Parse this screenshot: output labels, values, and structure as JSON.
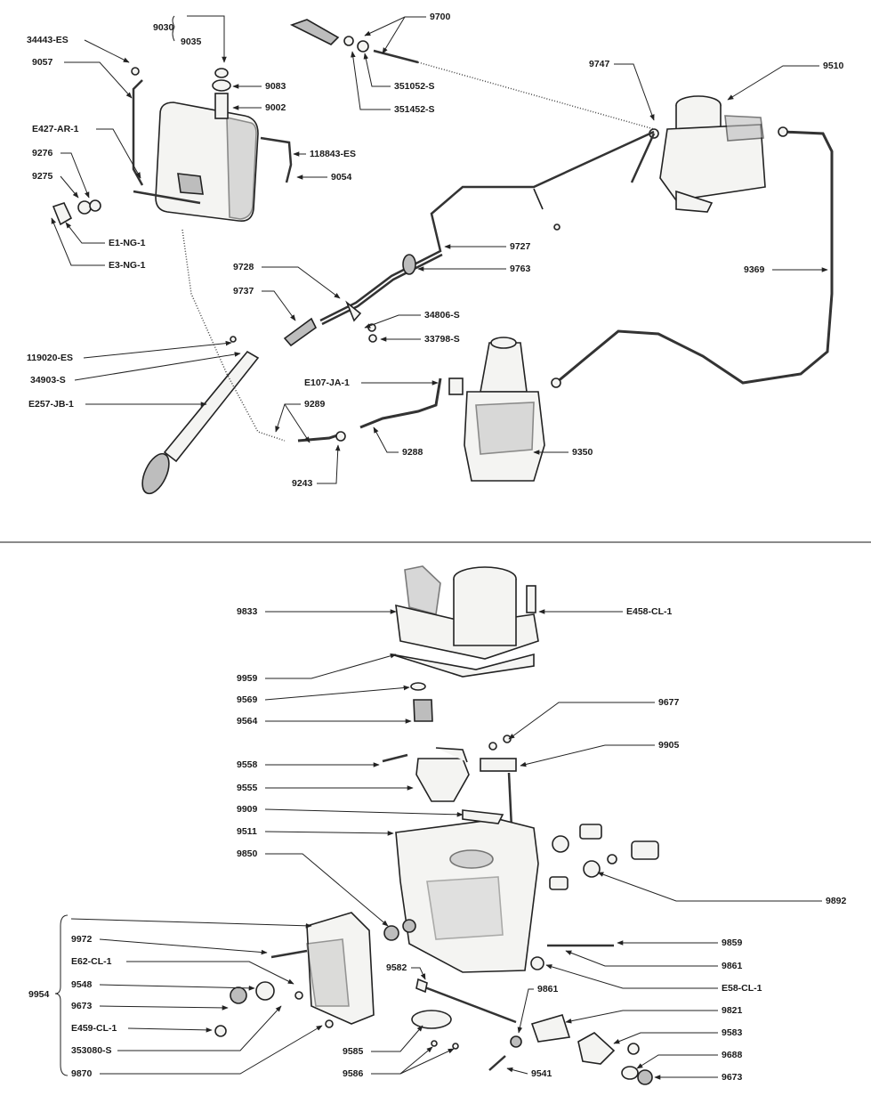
{
  "upper_labels": {
    "p34443": "34443-ES",
    "p9057": "9057",
    "p9030": "9030",
    "p9035": "9035",
    "p9083": "9083",
    "p9002": "9002",
    "pE427": "E427-AR-1",
    "p118843": "118843-ES",
    "p9276": "9276",
    "p9275": "9275",
    "p9054": "9054",
    "pE1NG": "E1-NG-1",
    "pE3NG": "E3-NG-1",
    "p9700": "9700",
    "p351052": "351052-S",
    "p351452": "351452-S",
    "p9747": "9747",
    "p9510": "9510",
    "p9727": "9727",
    "p9763": "9763",
    "p9728": "9728",
    "p9737": "9737",
    "p34806": "34806-S",
    "p33798": "33798-S",
    "p9369": "9369",
    "p119020": "119020-ES",
    "p34903": "34903-S",
    "pE257": "E257-JB-1",
    "pE107": "E107-JA-1",
    "p9289": "9289",
    "p9288": "9288",
    "p9350": "9350",
    "p9243": "9243"
  },
  "lower_labels": {
    "p9833": "9833",
    "pE458": "E458-CL-1",
    "p9959": "9959",
    "p9569": "9569",
    "p9564": "9564",
    "p9677": "9677",
    "p9905": "9905",
    "p9558": "9558",
    "p9555": "9555",
    "p9909": "9909",
    "p9511": "9511",
    "p9850": "9850",
    "p9892": "9892",
    "p9972": "9972",
    "pE62": "E62-CL-1",
    "p9548": "9548",
    "p9673a": "9673",
    "p9954": "9954",
    "pE459": "E459-CL-1",
    "p353080": "353080-S",
    "p9870": "9870",
    "p9859": "9859",
    "p9861a": "9861",
    "pE58": "E58-CL-1",
    "p9582": "9582",
    "p9861b": "9861",
    "p9821": "9821",
    "p9583": "9583",
    "p9688": "9688",
    "p9673b": "9673",
    "p9585": "9585",
    "p9586": "9586",
    "p9541": "9541"
  },
  "icons": {
    "tank": "fuel-tank-icon",
    "carburettor": "carburettor-icon",
    "fuel_pump": "fuel-pump-icon",
    "pedal": "accelerator-pedal-icon"
  }
}
